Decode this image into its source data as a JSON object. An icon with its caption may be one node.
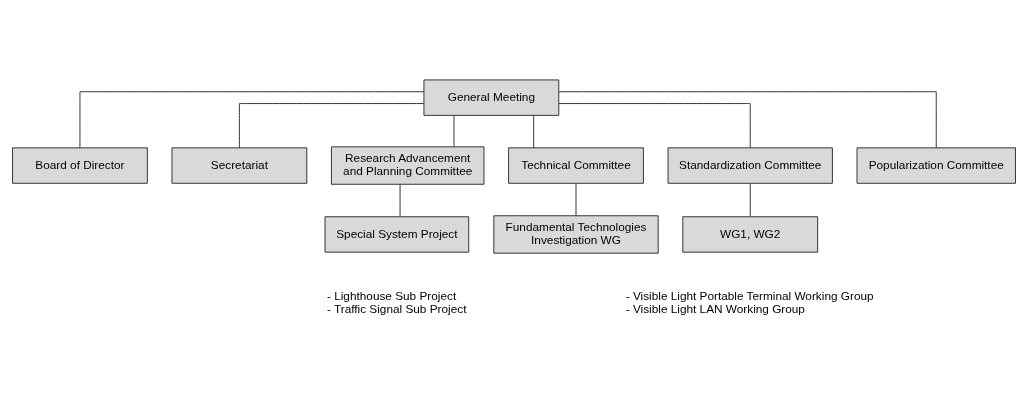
{
  "diagram": {
    "nodes": [
      {
        "text": [
          "General Meeting"
        ]
      },
      {
        "text": [
          "Board of Director"
        ]
      },
      {
        "text": [
          "Secretariat"
        ]
      },
      {
        "text": [
          "Research Advancement and Planning Committee"
        ]
      },
      {
        "text": [
          "Technical Committee"
        ]
      },
      {
        "text": [
          "Standardization Committee"
        ]
      },
      {
        "text": [
          "Popularization Committee"
        ]
      },
      {
        "text": [
          "Special System Project"
        ],
        "beside": [
          "- Lighthouse Sub Project",
          "- Traffic Signal Sub Project"
        ]
      },
      {
        "text": [
          "Fundamental Technologies Investigation WG"
        ]
      },
      {
        "text": [
          "WG1, WG2"
        ],
        "beside": [
          "- Visible Light Portable Terminal Working Group",
          "- Visible Light LAN Working Group"
        ]
      }
    ],
    "edges": [
      {
        "from": 0,
        "to": 1,
        "arrow": "none"
      },
      {
        "from": 0,
        "to": 2,
        "arrow": "none"
      },
      {
        "from": 0,
        "to": 3,
        "arrow": "none"
      },
      {
        "from": 0,
        "to": 4,
        "arrow": "none"
      },
      {
        "from": 0,
        "to": 5,
        "arrow": "none"
      },
      {
        "from": 0,
        "to": 6,
        "arrow": "none"
      },
      {
        "from": 3,
        "to": 7,
        "arrow": "none"
      },
      {
        "from": 4,
        "to": 8,
        "arrow": "none"
      },
      {
        "from": 5,
        "to": 9,
        "arrow": "none"
      }
    ]
  }
}
